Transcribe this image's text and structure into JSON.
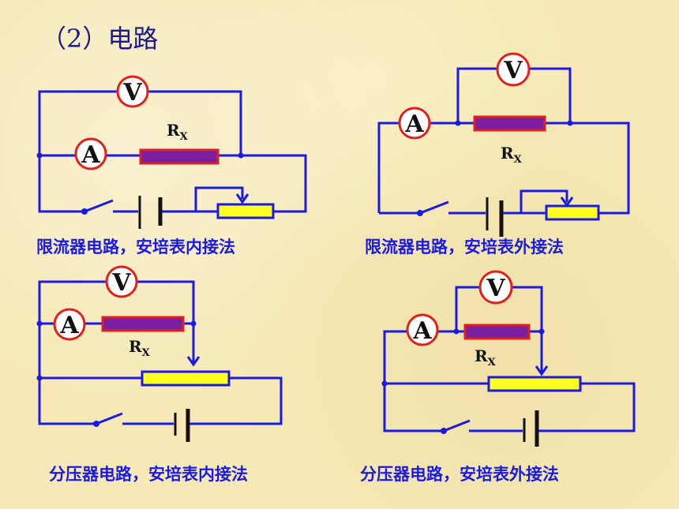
{
  "title": "（2）电路",
  "circuits": [
    {
      "caption": "限流器电路，安培表内接法",
      "voltmeter": "V",
      "ammeter": "A",
      "resistor": "R",
      "resistor_sub": "X"
    },
    {
      "caption": "限流器电路，安培表外接法",
      "voltmeter": "V",
      "ammeter": "A",
      "resistor": "R",
      "resistor_sub": "X"
    },
    {
      "caption": "分压器电路，安培表内接法",
      "voltmeter": "V",
      "ammeter": "A",
      "resistor": "R",
      "resistor_sub": "X"
    },
    {
      "caption": "分压器电路，安培表外接法",
      "voltmeter": "V",
      "ammeter": "A",
      "resistor": "R",
      "resistor_sub": "X"
    }
  ],
  "colors": {
    "wire": "#1a1ae6",
    "meter_border": "#e0201c",
    "resistor_fill": "#7a1fa0",
    "rheostat_fill": "#ffff22",
    "background": "#f6e9b6"
  }
}
